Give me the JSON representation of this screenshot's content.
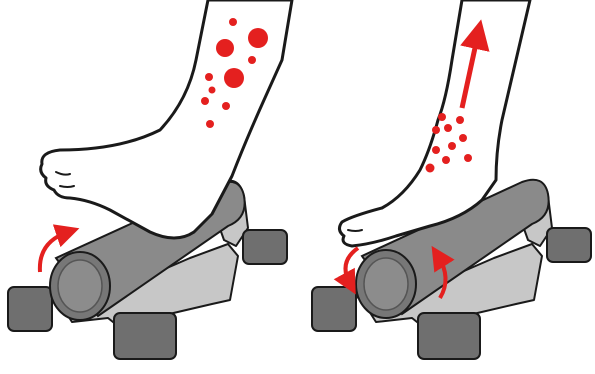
{
  "illustration": {
    "panels": [
      {
        "id": "left",
        "foot": "heel-down",
        "motion": "rolled-forward"
      },
      {
        "id": "right",
        "foot": "toes-down",
        "motion": "rolled-back"
      }
    ],
    "colors": {
      "accent": "#e4201f",
      "roller_body": "#8a8a8a",
      "roller_end": "#777777",
      "frame": "#c7c7c7",
      "foot_pad": "#6f6f6f",
      "outline": "#1a1a1a",
      "skin": "#ffffff"
    },
    "icons": [
      "curved-arrow-icon",
      "up-arrow-icon"
    ]
  }
}
